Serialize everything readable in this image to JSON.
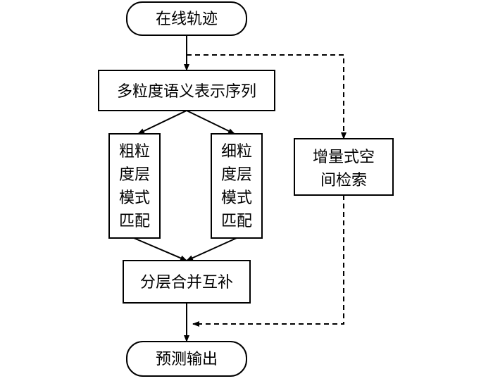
{
  "nodes": {
    "start": "在线轨迹",
    "sequence": "多粒度语义表示序列",
    "coarse": [
      "粗粒",
      "度层",
      "模式",
      "匹配"
    ],
    "fine": [
      "细粒",
      "度层",
      "模式",
      "匹配"
    ],
    "incremental": [
      "增量式空",
      "间检索"
    ],
    "merge": "分层合并互补",
    "output": "预测输出"
  },
  "colors": {
    "stroke": "#000000",
    "fill": "#ffffff"
  }
}
